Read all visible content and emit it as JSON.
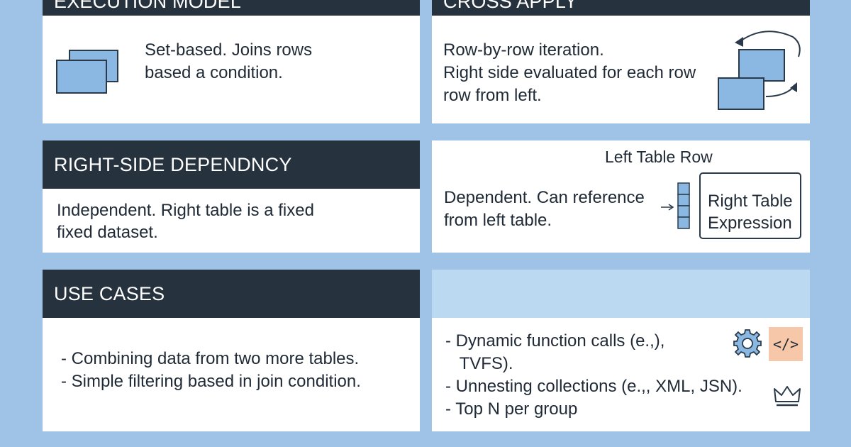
{
  "rows": {
    "row1": {
      "left": {
        "title": "EXECUTION MODEL",
        "text": [
          "Set-based. Joins rows",
          "based a condition."
        ]
      },
      "right": {
        "title": "CROSS APPLY",
        "text": [
          "Row-by-row iteration.",
          "Right side evaluated for each row",
          "row from left."
        ]
      }
    },
    "row2": {
      "left": {
        "title": "RIGHT-SIDE DEPENDNCY",
        "text": [
          "Independent. Right table is a fixed",
          "fixed dataset."
        ]
      },
      "right": {
        "diagram_label": "Left Table Row",
        "text": [
          "Dependent. Can reference",
          "from left table."
        ],
        "box_text": [
          "Right Table",
          "Expression"
        ]
      }
    },
    "row3": {
      "left": {
        "title": "USE CASES",
        "text": [
          "- Combining data from two more tables.",
          "- Simple filtering based in join condition."
        ]
      },
      "right": {
        "text": [
          "- Dynamic function calls (e.,),",
          "   TVFS).",
          "- Unnesting collections (e.,, XML, JSN).",
          "- Top N per group"
        ],
        "code_tag": "</>"
      }
    }
  },
  "colors": {
    "background": "#9fc3e6",
    "header": "#27323f",
    "panel": "#ffffff",
    "icon_fill": "#8ab8e3",
    "icon_stroke": "#2b3a4a",
    "code_badge": "#f6c7a8",
    "light_bar": "#bcd9f2"
  },
  "icons": [
    "overlapping-tables-icon",
    "row-iteration-icon",
    "row-stack-icon",
    "gear-icon",
    "code-icon",
    "crown-icon"
  ]
}
